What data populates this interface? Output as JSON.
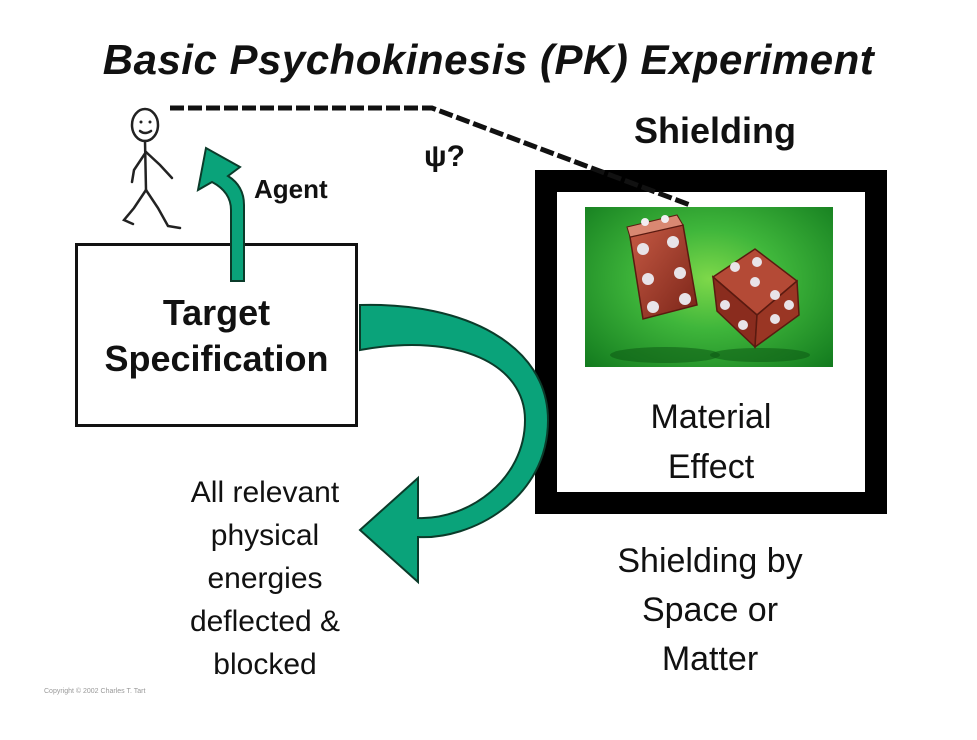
{
  "title": "Basic Psychokinesis (PK) Experiment",
  "labels": {
    "shielding": "Shielding",
    "agent": "Agent",
    "psi": "ψ?",
    "target_line1": "Target",
    "target_line2": "Specification",
    "material_line1": "Material",
    "material_line2": "Effect",
    "deflect_lines": [
      "All relevant",
      "physical",
      "energies",
      "deflected &",
      "blocked"
    ],
    "space_lines": [
      "Shielding by",
      "Space or",
      "Matter"
    ],
    "copyright": "Copyright © 2002 Charles T. Tart"
  },
  "colors": {
    "arrow": "#0aa37a",
    "arrow_stroke": "#0b3b2a",
    "shield_border": "#000000",
    "die_red": "#a33a2a",
    "die_pip": "#e8e3e8"
  },
  "icons": {
    "person": "stick-figure-icon",
    "dice": "dice-icon"
  }
}
